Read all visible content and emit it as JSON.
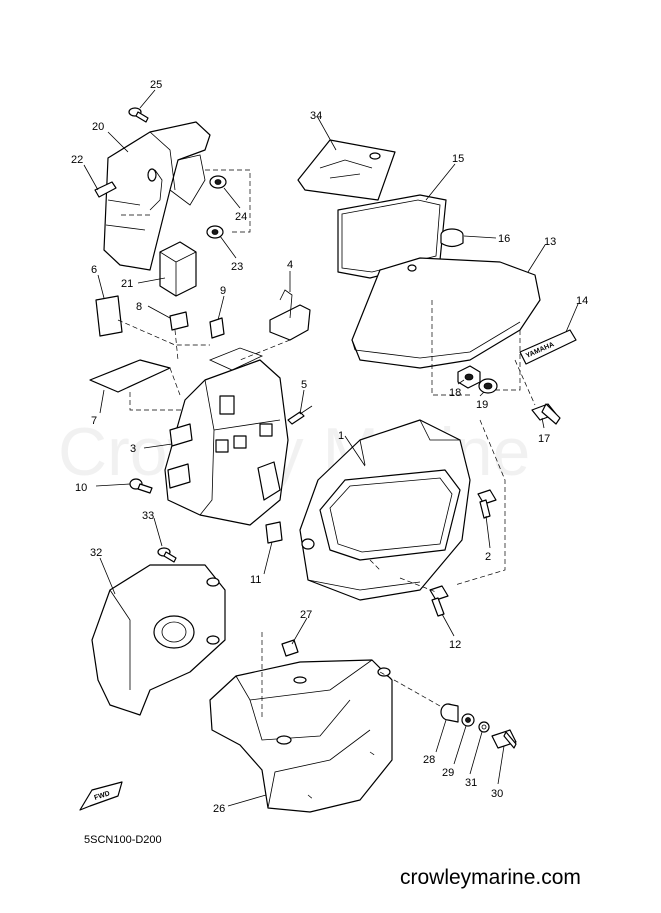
{
  "watermark": "Crowley Marine",
  "diagram_code": "5SCN100-D200",
  "site": "crowleymarine.com",
  "fwd_label": "FWD",
  "emblem_text": "YAMAHA",
  "callouts": [
    {
      "id": "1",
      "label": "1"
    },
    {
      "id": "2",
      "label": "2"
    },
    {
      "id": "3",
      "label": "3"
    },
    {
      "id": "4",
      "label": "4"
    },
    {
      "id": "5",
      "label": "5"
    },
    {
      "id": "6",
      "label": "6"
    },
    {
      "id": "7",
      "label": "7"
    },
    {
      "id": "8",
      "label": "8"
    },
    {
      "id": "9",
      "label": "9"
    },
    {
      "id": "10",
      "label": "10"
    },
    {
      "id": "11",
      "label": "11"
    },
    {
      "id": "12",
      "label": "12"
    },
    {
      "id": "13",
      "label": "13"
    },
    {
      "id": "14",
      "label": "14"
    },
    {
      "id": "15",
      "label": "15"
    },
    {
      "id": "16",
      "label": "16"
    },
    {
      "id": "17",
      "label": "17"
    },
    {
      "id": "18",
      "label": "18"
    },
    {
      "id": "19",
      "label": "19"
    },
    {
      "id": "20",
      "label": "20"
    },
    {
      "id": "21",
      "label": "21"
    },
    {
      "id": "22",
      "label": "22"
    },
    {
      "id": "23",
      "label": "23"
    },
    {
      "id": "24",
      "label": "24"
    },
    {
      "id": "25",
      "label": "25"
    },
    {
      "id": "26",
      "label": "26"
    },
    {
      "id": "27",
      "label": "27"
    },
    {
      "id": "28",
      "label": "28"
    },
    {
      "id": "29",
      "label": "29"
    },
    {
      "id": "30",
      "label": "30"
    },
    {
      "id": "31",
      "label": "31"
    },
    {
      "id": "32",
      "label": "32"
    },
    {
      "id": "33",
      "label": "33"
    },
    {
      "id": "34",
      "label": "34"
    }
  ]
}
